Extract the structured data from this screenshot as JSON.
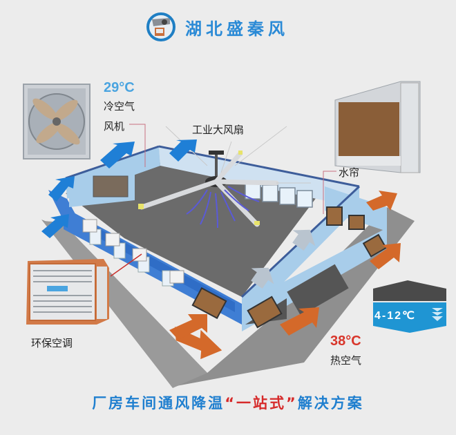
{
  "header": {
    "brand_name": "湖北盛秦风",
    "logo_icon": "fan-and-cooler-logo-icon",
    "accent_color": "#2a8ad6"
  },
  "diagram": {
    "title": "factory ventilation and cooling layout",
    "components": [
      {
        "id": "exhaust-fan",
        "label": "风机",
        "icon": "exhaust-fan-icon"
      },
      {
        "id": "industrial-ceiling-fan",
        "label": "工业大风扇",
        "icon": "ceiling-fan-icon"
      },
      {
        "id": "water-curtain",
        "label": "水帘",
        "icon": "water-curtain-pad-icon"
      },
      {
        "id": "evaporative-air-cooler",
        "label": "环保空调",
        "icon": "air-cooler-icon"
      }
    ],
    "cold_air": {
      "temperature": "29°C",
      "label": "冷空气",
      "color": "#4aa4e0"
    },
    "hot_air": {
      "temperature": "38°C",
      "label": "热空气",
      "color": "#d8352a"
    },
    "temperature_drop_badge": {
      "text": "4-12℃",
      "icon": "down-chevrons-icon",
      "top_color": "#4a4a4a",
      "bottom_color": "#1f95d3"
    },
    "colors": {
      "outflow_arrow": "#1f7fd6",
      "inflow_arrow": "#d4692a",
      "internal_arrow": "#b9c4cf",
      "airflow_lines": "#5a5ad8",
      "wall": "#a8cdea",
      "wall_dark": "#3f7ed4",
      "floor": "#6b6b6b",
      "ground": "#8f8f8f",
      "pad": "#9a6a3e"
    }
  },
  "footer": {
    "part1": "厂房车间通风降温",
    "quote_open": "“",
    "highlight": "一站式",
    "quote_close": "”",
    "part2": "解决方案"
  }
}
